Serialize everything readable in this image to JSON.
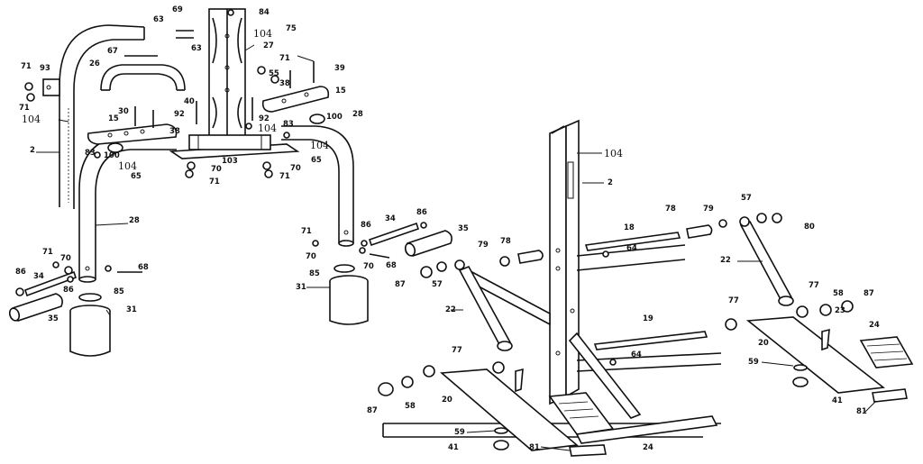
{
  "diagram": {
    "callouts": [
      {
        "id": "c1",
        "text": "69"
      },
      {
        "id": "c2",
        "text": "84"
      },
      {
        "id": "c3",
        "text": "75"
      },
      {
        "id": "c4",
        "text": "63"
      },
      {
        "id": "c5",
        "text": "104"
      },
      {
        "id": "c6",
        "text": "63"
      },
      {
        "id": "c7",
        "text": "27"
      },
      {
        "id": "c8",
        "text": "67"
      },
      {
        "id": "c9",
        "text": "71"
      },
      {
        "id": "c10",
        "text": "39"
      },
      {
        "id": "c11",
        "text": "93"
      },
      {
        "id": "c12",
        "text": "26"
      },
      {
        "id": "c13",
        "text": "55"
      },
      {
        "id": "c14",
        "text": "71"
      },
      {
        "id": "c15",
        "text": "38"
      },
      {
        "id": "c16",
        "text": "15"
      },
      {
        "id": "c17",
        "text": "71"
      },
      {
        "id": "c18",
        "text": "40"
      },
      {
        "id": "c19",
        "text": "104"
      },
      {
        "id": "c20",
        "text": "30"
      },
      {
        "id": "c21",
        "text": "92"
      },
      {
        "id": "c22",
        "text": "100"
      },
      {
        "id": "c23",
        "text": "28"
      },
      {
        "id": "c24",
        "text": "15"
      },
      {
        "id": "c25",
        "text": "92"
      },
      {
        "id": "c26",
        "text": "104"
      },
      {
        "id": "c27",
        "text": "83"
      },
      {
        "id": "c28",
        "text": "38"
      },
      {
        "id": "c29",
        "text": "104"
      },
      {
        "id": "c30",
        "text": "2"
      },
      {
        "id": "c31",
        "text": "83"
      },
      {
        "id": "c32",
        "text": "100"
      },
      {
        "id": "c33",
        "text": "103"
      },
      {
        "id": "c34",
        "text": "65"
      },
      {
        "id": "c35",
        "text": "104"
      },
      {
        "id": "c36",
        "text": "70"
      },
      {
        "id": "c37",
        "text": "70"
      },
      {
        "id": "c38",
        "text": "65"
      },
      {
        "id": "c39",
        "text": "71"
      },
      {
        "id": "c40",
        "text": "71"
      },
      {
        "id": "c41",
        "text": "104"
      },
      {
        "id": "c42",
        "text": "2"
      },
      {
        "id": "c43",
        "text": "28"
      },
      {
        "id": "c44",
        "text": "86"
      },
      {
        "id": "c45",
        "text": "34"
      },
      {
        "id": "c46",
        "text": "86"
      },
      {
        "id": "c47",
        "text": "78"
      },
      {
        "id": "c48",
        "text": "79"
      },
      {
        "id": "c49",
        "text": "57"
      },
      {
        "id": "c50",
        "text": "18"
      },
      {
        "id": "c51",
        "text": "35"
      },
      {
        "id": "c52",
        "text": "80"
      },
      {
        "id": "c53",
        "text": "71"
      },
      {
        "id": "c54",
        "text": "64"
      },
      {
        "id": "c55",
        "text": "71"
      },
      {
        "id": "c56",
        "text": "70"
      },
      {
        "id": "c57",
        "text": "70"
      },
      {
        "id": "c58",
        "text": "79"
      },
      {
        "id": "c59",
        "text": "78"
      },
      {
        "id": "c60",
        "text": "70"
      },
      {
        "id": "c61",
        "text": "68"
      },
      {
        "id": "c62",
        "text": "22"
      },
      {
        "id": "c63",
        "text": "86"
      },
      {
        "id": "c64",
        "text": "34"
      },
      {
        "id": "c65",
        "text": "68"
      },
      {
        "id": "c66",
        "text": "85"
      },
      {
        "id": "c67",
        "text": "87"
      },
      {
        "id": "c68",
        "text": "57"
      },
      {
        "id": "c69",
        "text": "86"
      },
      {
        "id": "c70",
        "text": "85"
      },
      {
        "id": "c71",
        "text": "31"
      },
      {
        "id": "c72",
        "text": "77"
      },
      {
        "id": "c73",
        "text": "22"
      },
      {
        "id": "c74",
        "text": "77"
      },
      {
        "id": "c75",
        "text": "58"
      },
      {
        "id": "c76",
        "text": "87"
      },
      {
        "id": "c77",
        "text": "35"
      },
      {
        "id": "c78",
        "text": "31"
      },
      {
        "id": "c79",
        "text": "19"
      },
      {
        "id": "c80",
        "text": "23"
      },
      {
        "id": "c81",
        "text": "24"
      },
      {
        "id": "c82",
        "text": "20"
      },
      {
        "id": "c83",
        "text": "77"
      },
      {
        "id": "c84",
        "text": "64"
      },
      {
        "id": "c85",
        "text": "59"
      },
      {
        "id": "c86",
        "text": "87"
      },
      {
        "id": "c87",
        "text": "58"
      },
      {
        "id": "c88",
        "text": "20"
      },
      {
        "id": "c89",
        "text": "41"
      },
      {
        "id": "c90",
        "text": "81"
      },
      {
        "id": "c91",
        "text": "59"
      },
      {
        "id": "c92",
        "text": "41"
      },
      {
        "id": "c93",
        "text": "81"
      },
      {
        "id": "c94",
        "text": "24"
      }
    ]
  }
}
